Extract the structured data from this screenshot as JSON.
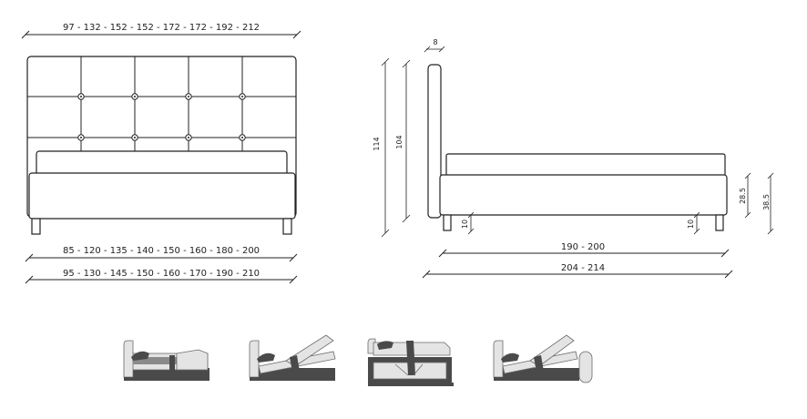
{
  "front_view": {
    "top_width_label": "97  -  132  -  152  -  152  -  172  -  172  -  192  -  212",
    "inner_width_label": "85  -  120  -  135  -  140  -  150  -  160  -  180  -  200",
    "outer_width_label": "95  -  130  -  145  -  150  -  160  -  170  -  190  -  210"
  },
  "side_view": {
    "headboard_thickness_label": "8",
    "total_height_label": "114",
    "headboard_height_label": "104",
    "base_height_label": "28.5",
    "base_total_height_label": "38.5",
    "leg_height_left_label": "10",
    "leg_height_right_label": "10",
    "mattress_length_label": "190  -  200",
    "total_length_label": "204  -  214"
  },
  "mechanism_icons": [
    "bed-closed-icon",
    "bed-lifting-icon",
    "bed-open-storage-icon",
    "bed-open-with-item-icon"
  ]
}
